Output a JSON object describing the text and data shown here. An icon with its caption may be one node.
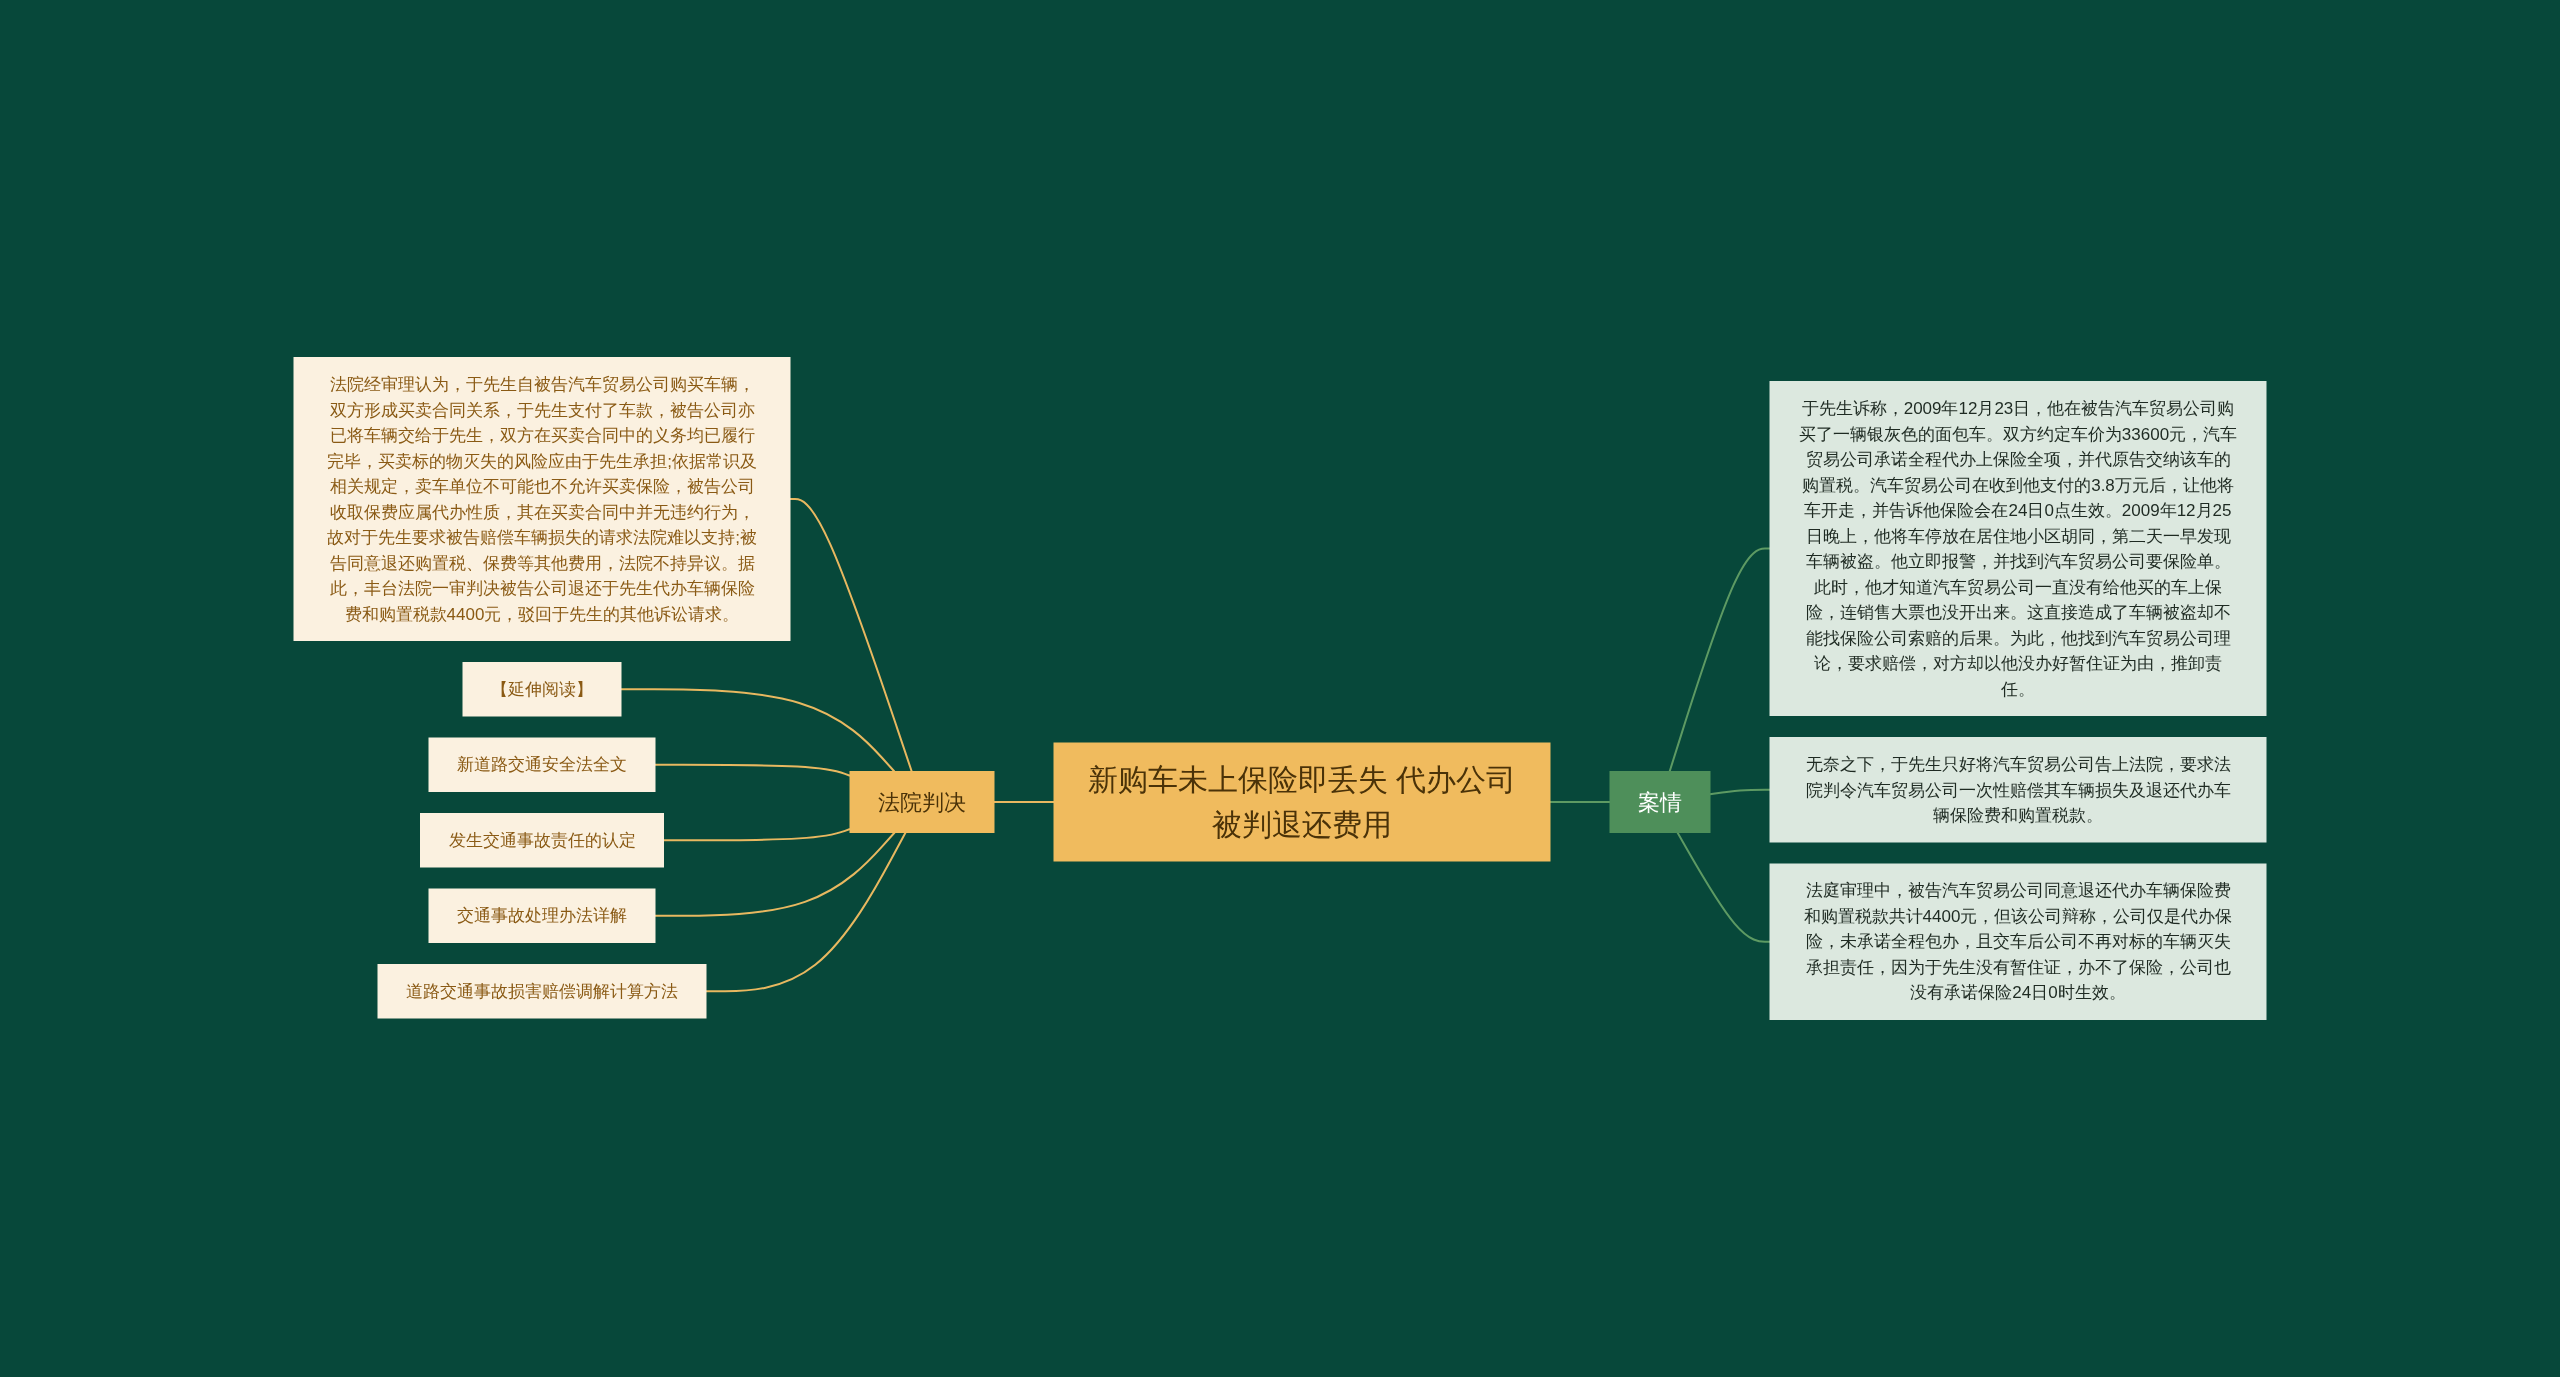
{
  "diagram": {
    "nodes": [
      {
        "text": [
          "新购车未上保险即丢失 代办公司被判退还费用"
        ]
      },
      {
        "text": [
          "法院判决"
        ]
      },
      {
        "text": [
          "法院经审理认为，于先生自被告汽车贸易公司购买车辆，双方形成买卖合同关系，于先生支付了车款，被告公司亦已将车辆交给于先生，双方在买卖合同中的义务均已履行完毕，买卖标的物灭失的风险应由于先生承担;依据常识及相关规定，卖车单位不可能也不允许买卖保险，被告公司收取保费应属代办性质，其在买卖合同中并无违约行为，故对于先生要求被告赔偿车辆损失的请求法院难以支持;被告同意退还购置税、保费等其他费用，法院不持异议。据此，丰台法院一审判决被告公司退还于先生代办车辆保险费和购置税款4400元，驳回于先生的其他诉讼请求。"
        ]
      },
      {
        "text": [
          "【延伸阅读】"
        ]
      },
      {
        "text": [
          "新道路交通安全法全文"
        ]
      },
      {
        "text": [
          "发生交通事故责任的认定"
        ]
      },
      {
        "text": [
          "交通事故处理办法详解"
        ]
      },
      {
        "text": [
          "道路交通事故损害赔偿调解计算方法"
        ]
      },
      {
        "text": [
          "案情"
        ]
      },
      {
        "text": [
          "于先生诉称，2009年12月23日，他在被告汽车贸易公司购买了一辆银灰色的面包车。双方约定车价为33600元，汽车贸易公司承诺全程代办上保险全项，并代原告交纳该车的购置税。汽车贸易公司在收到他支付的3.8万元后，让他将车开走，并告诉他保险会在24日0点生效。2009年12月25日晚上，他将车停放在居住地小区胡同，第二天一早发现车辆被盗。他立即报警，并找到汽车贸易公司要保险单。此时，他才知道汽车贸易公司一直没有给他买的车上保险，连销售大票也没开出来。这直接造成了车辆被盗却不能找保险公司索赔的后果。为此，他找到汽车贸易公司理论，要求赔偿，对方却以他没办好暂住证为由，推卸责任。"
        ]
      },
      {
        "text": [
          "无奈之下，于先生只好将汽车贸易公司告上法院，要求法院判令汽车贸易公司一次性赔偿其车辆损失及退还代办车辆保险费和购置税款。"
        ]
      },
      {
        "text": [
          "法庭审理中，被告汽车贸易公司同意退还代办车辆保险费和购置税款共计4400元，但该公司辩称，公司仅是代办保险，未承诺全程包办，且交车后公司不再对标的车辆灭失承担责任，因为于先生没有暂住证，办不了保险，公司也没有承诺保险24日0时生效。"
        ]
      }
    ],
    "edges": [
      {
        "from": 1,
        "to": 0,
        "arrow": "none"
      },
      {
        "from": 2,
        "to": 1,
        "arrow": "none"
      },
      {
        "from": 3,
        "to": 1,
        "arrow": "none"
      },
      {
        "from": 4,
        "to": 1,
        "arrow": "none"
      },
      {
        "from": 5,
        "to": 1,
        "arrow": "none"
      },
      {
        "from": 6,
        "to": 1,
        "arrow": "none"
      },
      {
        "from": 7,
        "to": 1,
        "arrow": "none"
      },
      {
        "from": 0,
        "to": 8,
        "arrow": "none",
        "color": "#5d9a63"
      },
      {
        "from": 8,
        "to": 9,
        "arrow": "none",
        "color": "#5d9a63"
      },
      {
        "from": 8,
        "to": 10,
        "arrow": "none",
        "color": "#5d9a63"
      },
      {
        "from": 8,
        "to": 11,
        "arrow": "none",
        "color": "#5d9a63"
      }
    ]
  }
}
